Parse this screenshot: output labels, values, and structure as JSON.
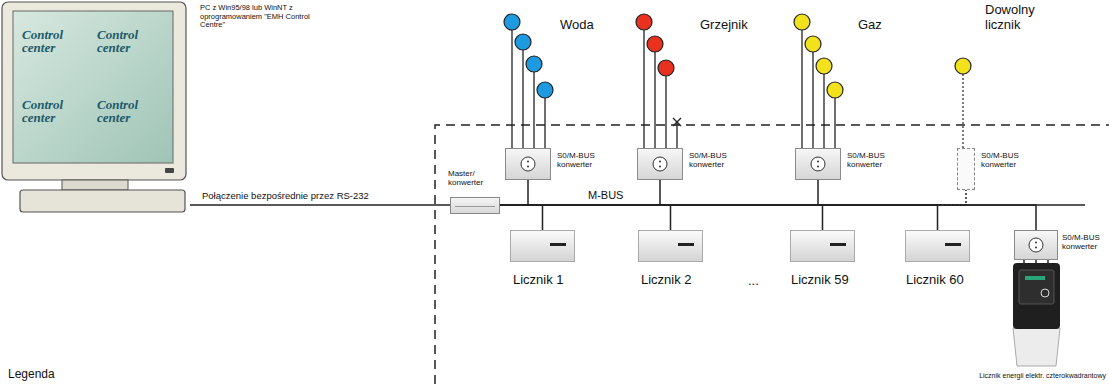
{
  "diagram": {
    "nodes": [
      {
        "text": [
          "PC z Win95/98 lub WinNT z oprogramowaniem \"EMH Control Centre\""
        ]
      },
      {
        "text": [
          "Master/ konwerter"
        ]
      },
      {
        "text": [
          "S0/M-BUS konwerter"
        ]
      },
      {
        "text": [
          "S0/M-BUS konwerter"
        ]
      },
      {
        "text": [
          "S0/M-BUS konwerter"
        ]
      },
      {
        "text": [
          "S0/M-BUS konwerter"
        ]
      },
      {
        "text": [
          "Licznik 1"
        ]
      },
      {
        "text": [
          "Licznik 2"
        ]
      },
      {
        "text": [
          "Licznik 59"
        ]
      },
      {
        "text": [
          "Licznik 60"
        ]
      },
      {
        "text": [
          "S0/M-BUS konwerter"
        ]
      },
      {
        "text": [
          "Licznik energii elektr. czterokwadrantowy"
        ]
      }
    ],
    "edges": [
      {
        "from": 0,
        "to": 1,
        "arrow": "none",
        "label": "Połączenie bezpośrednie przez RS-232"
      },
      {
        "from": 1,
        "to": 2,
        "arrow": "none"
      },
      {
        "from": 1,
        "to": 3,
        "arrow": "none"
      },
      {
        "from": 1,
        "to": 4,
        "arrow": "none"
      },
      {
        "from": 1,
        "to": 5,
        "arrow": "none"
      },
      {
        "from": 1,
        "to": 6,
        "arrow": "none"
      },
      {
        "from": 1,
        "to": 7,
        "arrow": "none"
      },
      {
        "from": 1,
        "to": 8,
        "arrow": "none"
      },
      {
        "from": 1,
        "to": 9,
        "arrow": "none"
      },
      {
        "from": 1,
        "to": 10,
        "arrow": "none"
      }
    ],
    "labels": [
      "Woda",
      "Grzejnik",
      "Gaz",
      "Dowolny licznik",
      "M-BUS",
      "...",
      "Legenda",
      "Control center",
      "Control center",
      "Control center",
      "Control center"
    ]
  }
}
